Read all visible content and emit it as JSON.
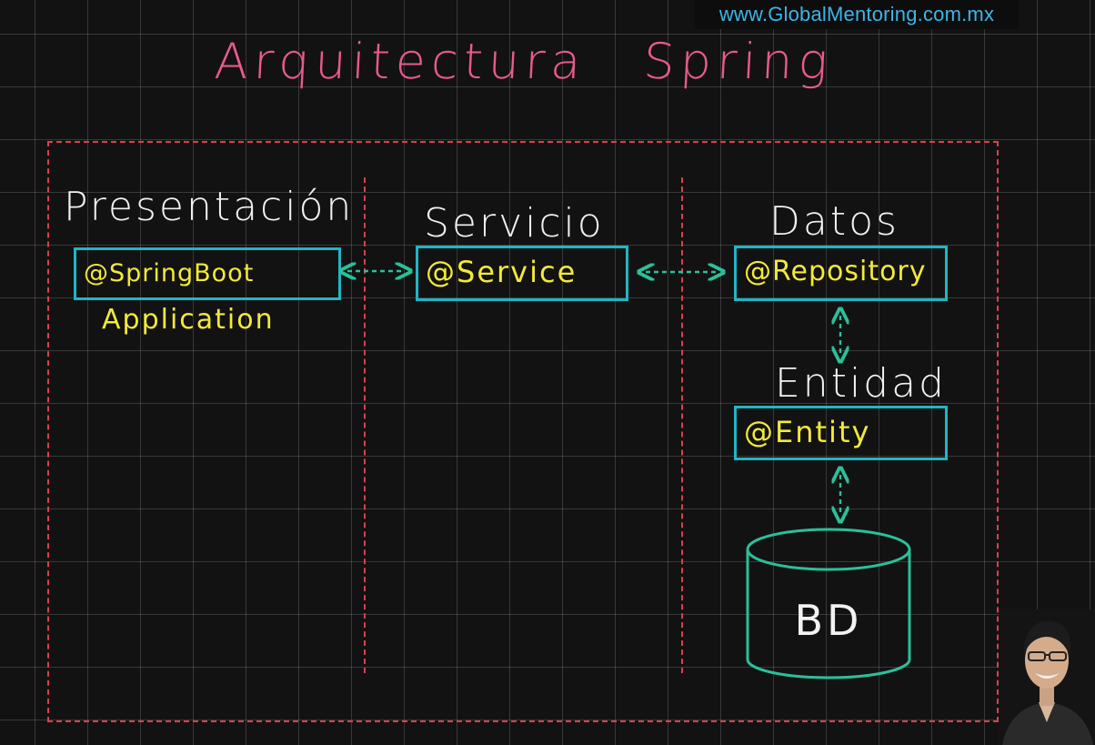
{
  "watermark": "www.GlobalMentoring.com.mx",
  "title": "Arquitectura Spring",
  "layers": [
    {
      "heading": "Presentación",
      "annotation": "@SpringBoot",
      "annotation_line2": "Application"
    },
    {
      "heading": "Servicio",
      "annotation": "@Service"
    },
    {
      "heading": "Datos",
      "annotation": "@Repository"
    }
  ],
  "entity": {
    "heading": "Entidad",
    "annotation": "@Entity"
  },
  "database": {
    "label": "BD"
  },
  "colors": {
    "background": "#121212",
    "grid": "#5a5a5a",
    "title": "#e85a8e",
    "frame": "#d9404a",
    "box_border": "#1fb6c4",
    "annotation_text": "#f3e93a",
    "connector": "#2bbf9a",
    "database": "#2bbf9a",
    "watermark": "#3fb4e6"
  },
  "icons": {
    "presenter": "presenter-photo",
    "connectors": "dashed-double-arrow"
  }
}
